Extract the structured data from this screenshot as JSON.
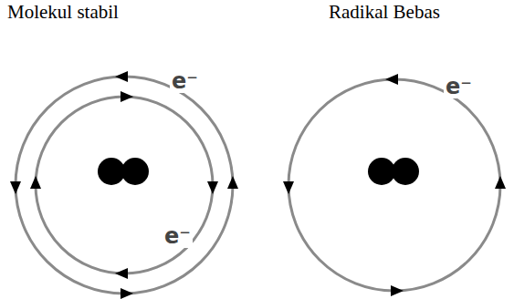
{
  "diagram": {
    "labels": [
      "Molekul stabil",
      "Radikal Bebas",
      "e⁻",
      "e⁻",
      "e⁻"
    ]
  }
}
